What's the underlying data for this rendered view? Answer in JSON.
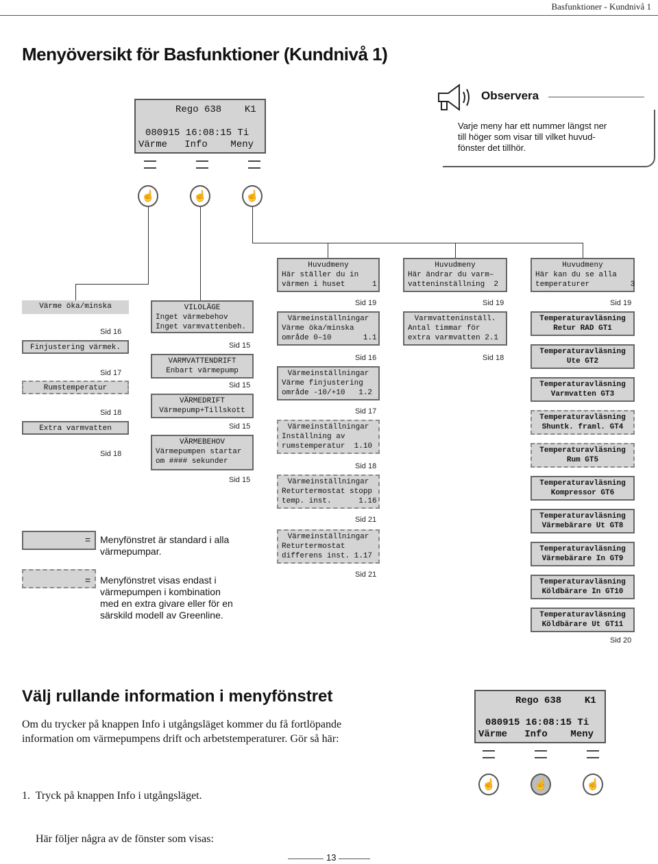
{
  "header": {
    "running_title": "Basfunktioner - Kundnivå 1"
  },
  "title": "Menyöversikt för Basfunktioner (Kundnivå 1)",
  "display_top": {
    "line1": "Rego 638    K1",
    "line2": "080915 16:08:15 Ti",
    "line3": "Värme   Info    Meny"
  },
  "observera": {
    "title": "Observera",
    "text_lines": [
      "Varje meny har ett nummer längst ner",
      "till höger som visar till vilket huvud-",
      "fönster det tillhör."
    ]
  },
  "main_menus": [
    {
      "lines": [
        "Huvudmeny",
        "Här ställer du in",
        "värmen i huset      1"
      ]
    },
    {
      "lines": [
        "Huvudmeny",
        "Här ändrar du varm–",
        "vatteninställning  2"
      ]
    },
    {
      "lines": [
        "Huvudmeny",
        "Här kan du se alla",
        "temperaturer         3"
      ]
    }
  ],
  "col1": {
    "items": [
      {
        "label": "Värme öka/minska",
        "sid": "Sid 16"
      },
      {
        "label": "Finjustering värmek.",
        "sid": "Sid 17"
      },
      {
        "label": "Rumstemperatur",
        "sid": "Sid 18"
      },
      {
        "label": "Extra varmvatten",
        "sid": "Sid 18"
      }
    ]
  },
  "col2": {
    "items": [
      {
        "lines": [
          "VILOLÄGE",
          "Inget värmebehov",
          "Inget varmvattenbeh."
        ],
        "sid": "Sid 15"
      },
      {
        "lines": [
          "VARMVATTENDRIFT",
          "Enbart värmepump"
        ],
        "sid": "Sid 15"
      },
      {
        "lines": [
          "VÄRMEDRIFT",
          "Värmepump+Tillskott"
        ],
        "sid": "Sid 15"
      },
      {
        "lines": [
          "VÄRMEBEHOV",
          "Värmepumpen startar",
          "om #### sekunder"
        ],
        "sid": "Sid 15"
      }
    ]
  },
  "col3": {
    "top_sid": "Sid 19",
    "items": [
      {
        "lines": [
          "Värmeinställningar",
          "Värme öka/minska",
          "område 0–10       1.1"
        ],
        "sid": "Sid 16"
      },
      {
        "lines": [
          "Värmeinställningar",
          "Värme finjustering",
          "område -10/+10   1.2"
        ],
        "sid": "Sid 17"
      },
      {
        "lines": [
          "Värmeinställningar",
          "Inställning av",
          "rumstemperatur  1.10"
        ],
        "sid": "Sid 18"
      },
      {
        "lines": [
          "Värmeinställningar",
          "Returtermostat stopp",
          "temp. inst.      1.16"
        ],
        "sid": "Sid 21"
      },
      {
        "lines": [
          "Värmeinställningar",
          "Returtermostat",
          "differens inst. 1.17"
        ],
        "sid": "Sid 21"
      }
    ]
  },
  "col4": {
    "top_sid": "Sid 19",
    "items": [
      {
        "lines": [
          "Varmvatteninställ.",
          "Antal timmar för",
          "extra varmvatten 2.1"
        ],
        "sid": "Sid 18"
      }
    ]
  },
  "col5": {
    "top_sid": "Sid 19",
    "items": [
      {
        "lines": [
          "Temperaturavläsning",
          "Retur RAD GT1"
        ]
      },
      {
        "lines": [
          "Temperaturavläsning",
          "Ute GT2"
        ]
      },
      {
        "lines": [
          "Temperaturavläsning",
          "Varmvatten GT3"
        ]
      },
      {
        "lines": [
          "Temperaturavläsning",
          "Shuntk. framl. GT4"
        ]
      },
      {
        "lines": [
          "Temperaturavläsning",
          "Rum GT5"
        ]
      },
      {
        "lines": [
          "Temperaturavläsning",
          "Kompressor GT6"
        ]
      },
      {
        "lines": [
          "Temperaturavläsning",
          "Värmebärare Ut GT8"
        ]
      },
      {
        "lines": [
          "Temperaturavläsning",
          "Värmebärare In GT9"
        ]
      },
      {
        "lines": [
          "Temperaturavläsning",
          "Köldbärare In GT10"
        ]
      },
      {
        "lines": [
          "Temperaturavläsning",
          "Köldbärare Ut GT11"
        ]
      }
    ],
    "bottom_sid": "Sid 20"
  },
  "legend": {
    "standard": [
      "Menyfönstret är standard i alla",
      "värmepumpar."
    ],
    "optional": [
      "Menyfönstret visas endast i",
      "värmepumpen i kombination",
      "med en extra givare eller för en",
      "särskild modell av Greenline."
    ],
    "eq": "="
  },
  "section2": {
    "title": "Välj rullande information i menyfönstret",
    "para_lines": [
      "Om du trycker på knappen Info i utgångsläget kommer du få fortlöpande",
      "information om värmepumpens drift och arbetstemperaturer. Gör så här:"
    ],
    "step_lines": [
      "1.  Tryck på knappen Info i utgångsläget.",
      "     Här följer några av de fönster som visas:"
    ]
  },
  "display_bottom": {
    "line1": "Rego 638    K1",
    "line2": "080915 16:08:15 Ti",
    "line3": "Värme   Info    Meny"
  },
  "page_number": "13"
}
